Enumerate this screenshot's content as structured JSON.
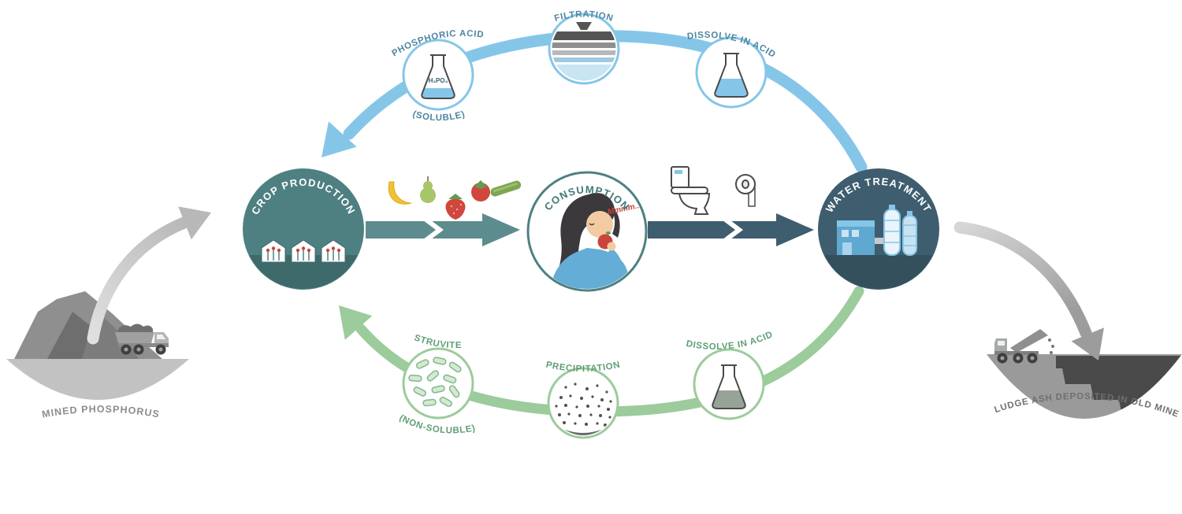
{
  "diagram": {
    "nodes": {
      "crop_production": {
        "label": "CROP PRODUCTION"
      },
      "consumption": {
        "label": "CONSUMPTION",
        "speech": "Mmmm..."
      },
      "water_treatment": {
        "label": "WATER TREATMENT"
      },
      "phosphoric_acid": {
        "label": "PHOSPHORIC ACID",
        "sublabel": "(SOLUBLE)",
        "formula": "H₃PO₄"
      },
      "filtration": {
        "label": "FILTRATION"
      },
      "dissolve_in_acid_top": {
        "label": "DISSOLVE IN ACID"
      },
      "dissolve_in_acid_bottom": {
        "label": "DISSOLVE IN ACID"
      },
      "precipitation": {
        "label": "PRECIPITATION"
      },
      "struvite": {
        "label": "STRUVITE",
        "sublabel": "(NON-SOLUBLE)"
      },
      "mined_phosphorus": {
        "label": "MINED PHOSPHORUS"
      },
      "sludge_ash": {
        "label": "SLUDGE ASH DEPOSITED IN OLD MINES"
      }
    },
    "colors": {
      "recycle_blue": "#85C6E8",
      "recycle_green": "#9CCB9C",
      "node_teal": "#4E8082",
      "node_slate": "#3E5D6F",
      "arrow_teal": "#5C8C8E",
      "arrow_slate": "#3E5D6F",
      "gray_arrow": "#C2C2C2",
      "label_blue": "#4E86A0",
      "label_green": "#5E9E74",
      "label_gray": "#8C8C8C"
    }
  }
}
